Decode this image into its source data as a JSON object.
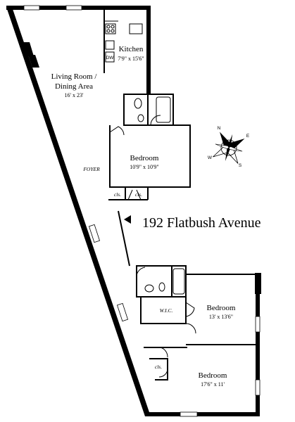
{
  "address": "192 Flatbush Avenue",
  "rooms": {
    "kitchen": {
      "name": "Kitchen",
      "dims": "7'9\" x 15'6\""
    },
    "living": {
      "name_line1": "Living Room /",
      "name_line2": "Dining Area",
      "dims": "16' x 23'"
    },
    "bedroom1": {
      "name": "Bedroom",
      "dims": "10'9\" x 10'9\""
    },
    "bedroom2": {
      "name": "Bedroom",
      "dims": "13' x 13'6\""
    },
    "bedroom3": {
      "name": "Bedroom",
      "dims": "17'6\" x 11'"
    },
    "foyer": "FOYER",
    "wic": "W.I.C.",
    "closet": "cls."
  },
  "compass": {
    "n": "N",
    "s": "S",
    "e": "E",
    "w": "W"
  },
  "colors": {
    "wall": "#000000",
    "background": "#ffffff"
  }
}
